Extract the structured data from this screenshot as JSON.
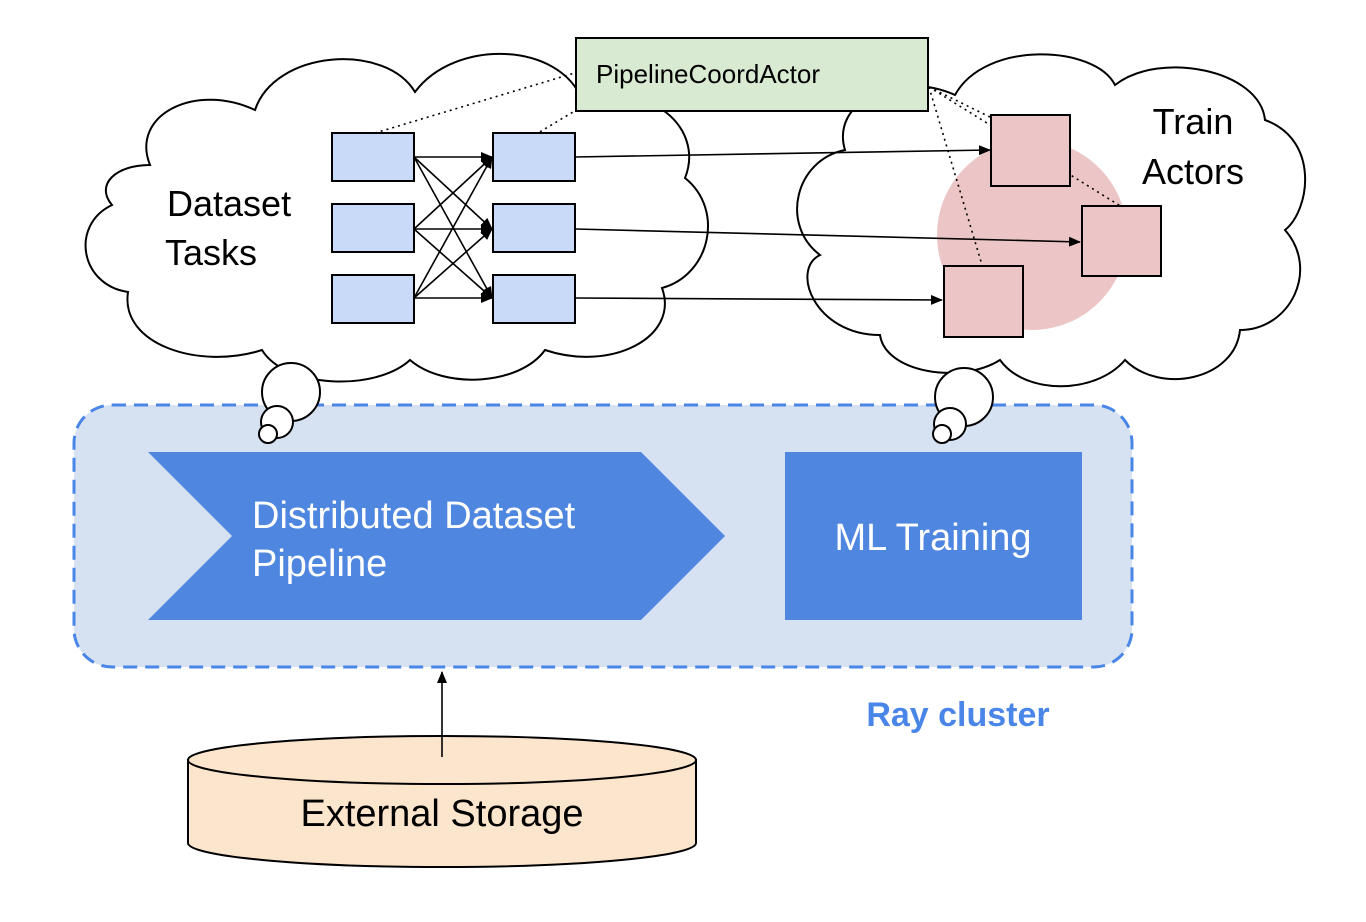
{
  "colors": {
    "cluster_fill": "#d6e2f1",
    "cluster_border": "#4a86e8",
    "pipeline_blue": "#4f86e0",
    "task_box": "#c9daf8",
    "actor_box": "#ecc6c6",
    "actor_highlight": "#ecc6c6",
    "coord_box": "#d9ead3",
    "storage_fill": "#fce5cd",
    "cluster_label": "#4a86e8"
  },
  "coordinator": {
    "label": "PipelineCoordActor"
  },
  "dataset_cloud": {
    "label_line1": "Dataset",
    "label_line2": "Tasks"
  },
  "train_cloud": {
    "label_line1": "Train",
    "label_line2": "Actors"
  },
  "pipeline": {
    "label_line1": "Distributed Dataset",
    "label_line2": "Pipeline"
  },
  "training": {
    "label": "ML Training"
  },
  "cluster": {
    "label": "Ray cluster"
  },
  "storage": {
    "label": "External Storage"
  }
}
